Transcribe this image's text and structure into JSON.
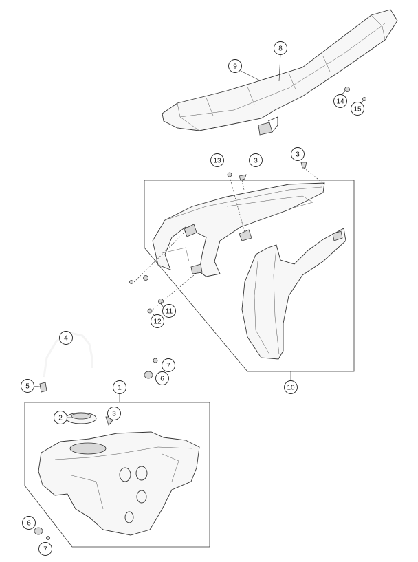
{
  "callouts": [
    {
      "id": "c8",
      "label": "8"
    },
    {
      "id": "c9",
      "label": "9"
    },
    {
      "id": "c14",
      "label": "14"
    },
    {
      "id": "c15",
      "label": "15"
    },
    {
      "id": "c13",
      "label": "13"
    },
    {
      "id": "c3a",
      "label": "3"
    },
    {
      "id": "c3b",
      "label": "3"
    },
    {
      "id": "c11",
      "label": "11"
    },
    {
      "id": "c12",
      "label": "12"
    },
    {
      "id": "c10",
      "label": "10"
    },
    {
      "id": "c4",
      "label": "4"
    },
    {
      "id": "c5",
      "label": "5"
    },
    {
      "id": "c7a",
      "label": "7"
    },
    {
      "id": "c6a",
      "label": "6"
    },
    {
      "id": "c1",
      "label": "1"
    },
    {
      "id": "c2",
      "label": "2"
    },
    {
      "id": "c3c",
      "label": "3"
    },
    {
      "id": "c6b",
      "label": "6"
    },
    {
      "id": "c7b",
      "label": "7"
    }
  ]
}
